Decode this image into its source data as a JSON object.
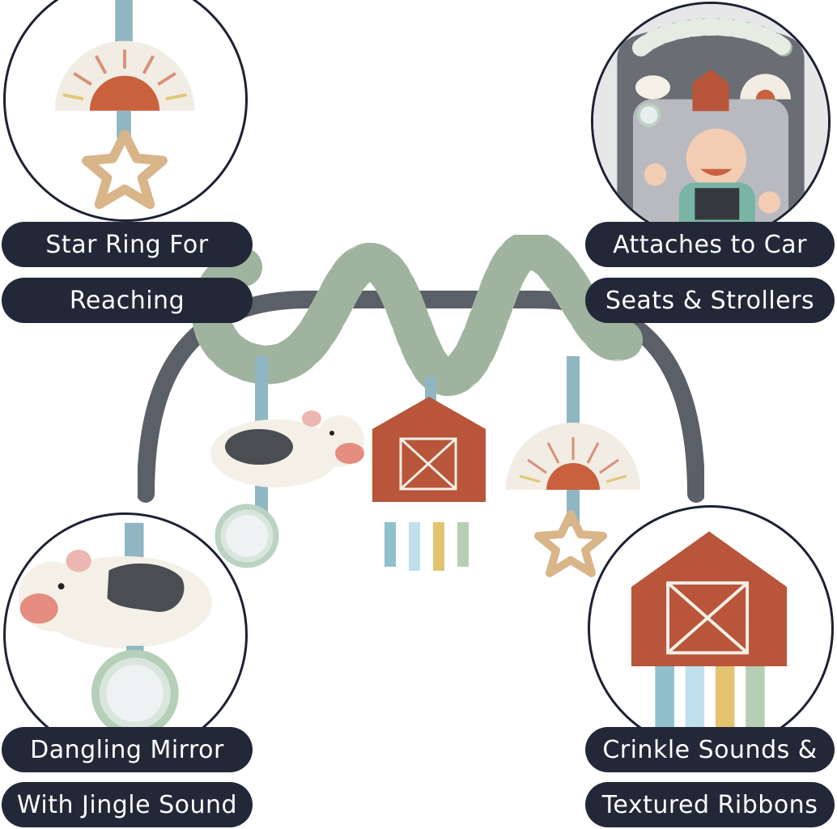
{
  "features": {
    "star_ring": {
      "line1": "Star Ring For",
      "line2": "Reaching"
    },
    "attaches": {
      "line1": "Attaches to Car",
      "line2": "Seats & Strollers"
    },
    "mirror": {
      "line1": "Dangling Mirror",
      "line2": "With Jingle Sound"
    },
    "crinkle": {
      "line1": "Crinkle Sounds &",
      "line2": "Textured Ribbons"
    }
  },
  "colors": {
    "label_bg": "#232838",
    "label_text": "#ffffff",
    "sage": "#a8bba7",
    "cream": "#efe9df",
    "barn_red": "#b8553a",
    "arch_gray": "#5a5f68"
  },
  "icons": {
    "sun_toy": "sun-toy-icon",
    "star_ring": "star-ring-icon",
    "cow_toy": "cow-toy-icon",
    "mirror": "mirror-icon",
    "barn_toy": "barn-toy-icon",
    "baby_photo": "baby-car-seat-photo"
  }
}
